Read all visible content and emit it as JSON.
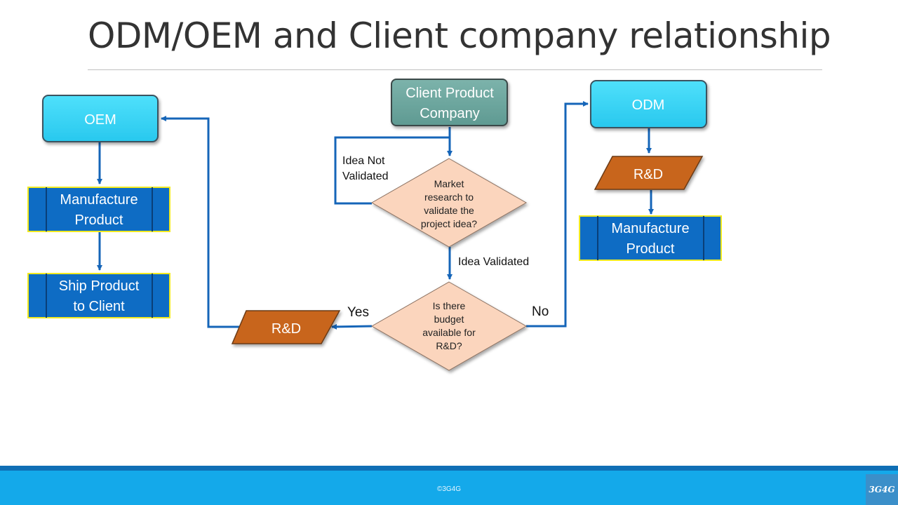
{
  "slide": {
    "title": "ODM/OEM and Client company relationship",
    "footer_text": "©3G4G",
    "logo_text": "3G4G"
  },
  "colors": {
    "cyan_box": "#3bd8f8",
    "teal_box": "#6fa8a0",
    "blue_box": "#0e6cc4",
    "blue_box_border": "#f2ea20",
    "diamond": "#fbd5bd",
    "parallelogram": "#c8651f",
    "arrow": "#1565b8",
    "footer": "#14a9ea"
  },
  "nodes": {
    "oem": "OEM",
    "oem_manufacture": [
      "Manufacture",
      "Product"
    ],
    "ship_product": [
      "Ship Product",
      "to Client"
    ],
    "client": [
      "Client Product",
      "Company"
    ],
    "market_research": [
      "Market",
      "research to",
      "validate the",
      "project idea?"
    ],
    "budget": [
      "Is there",
      "budget",
      "available for",
      "R&D?"
    ],
    "rd_left": "R&D",
    "odm": "ODM",
    "rd_right": "R&D",
    "odm_manufacture": [
      "Manufacture",
      "Product"
    ]
  },
  "edge_labels": {
    "idea_not_validated": [
      "Idea Not",
      "Validated"
    ],
    "idea_validated": "Idea Validated",
    "yes": "Yes",
    "no": "No"
  }
}
